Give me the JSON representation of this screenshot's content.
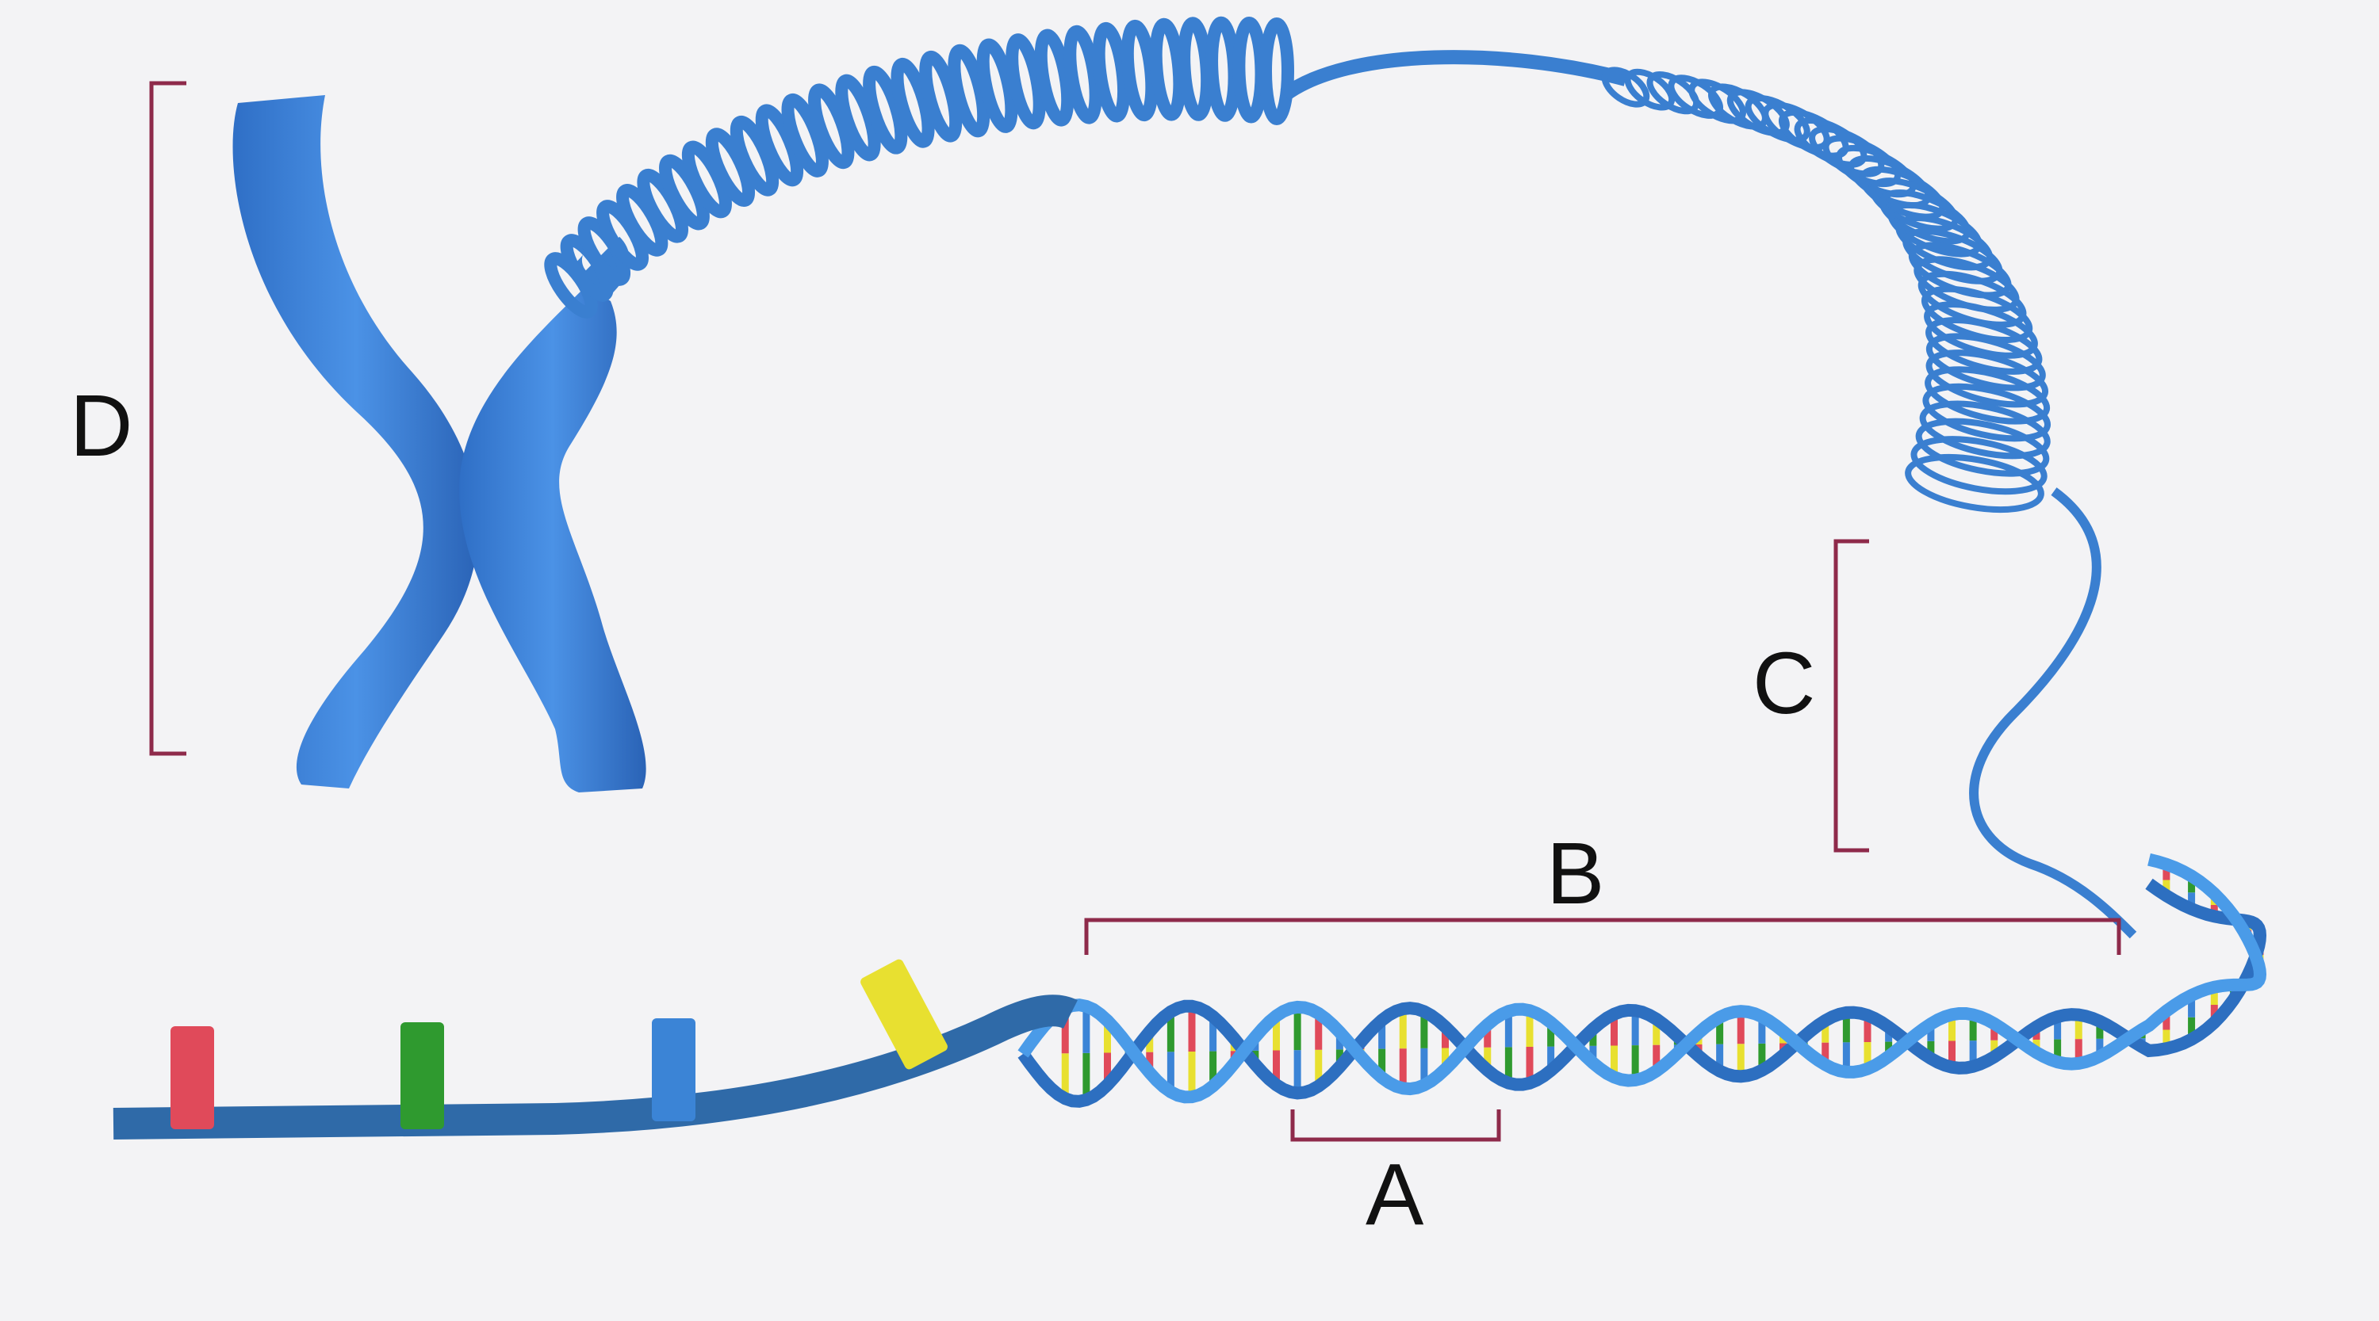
{
  "labels": {
    "a": "A",
    "b": "B",
    "c": "C",
    "d": "D"
  },
  "colors": {
    "dna_blue": "#3a7fd0",
    "bracket": "#8e2a4a",
    "base_red": "#e04a5a",
    "base_green": "#2f9a2f",
    "base_yellow": "#e8e030",
    "base_blue": "#3b84d6"
  }
}
